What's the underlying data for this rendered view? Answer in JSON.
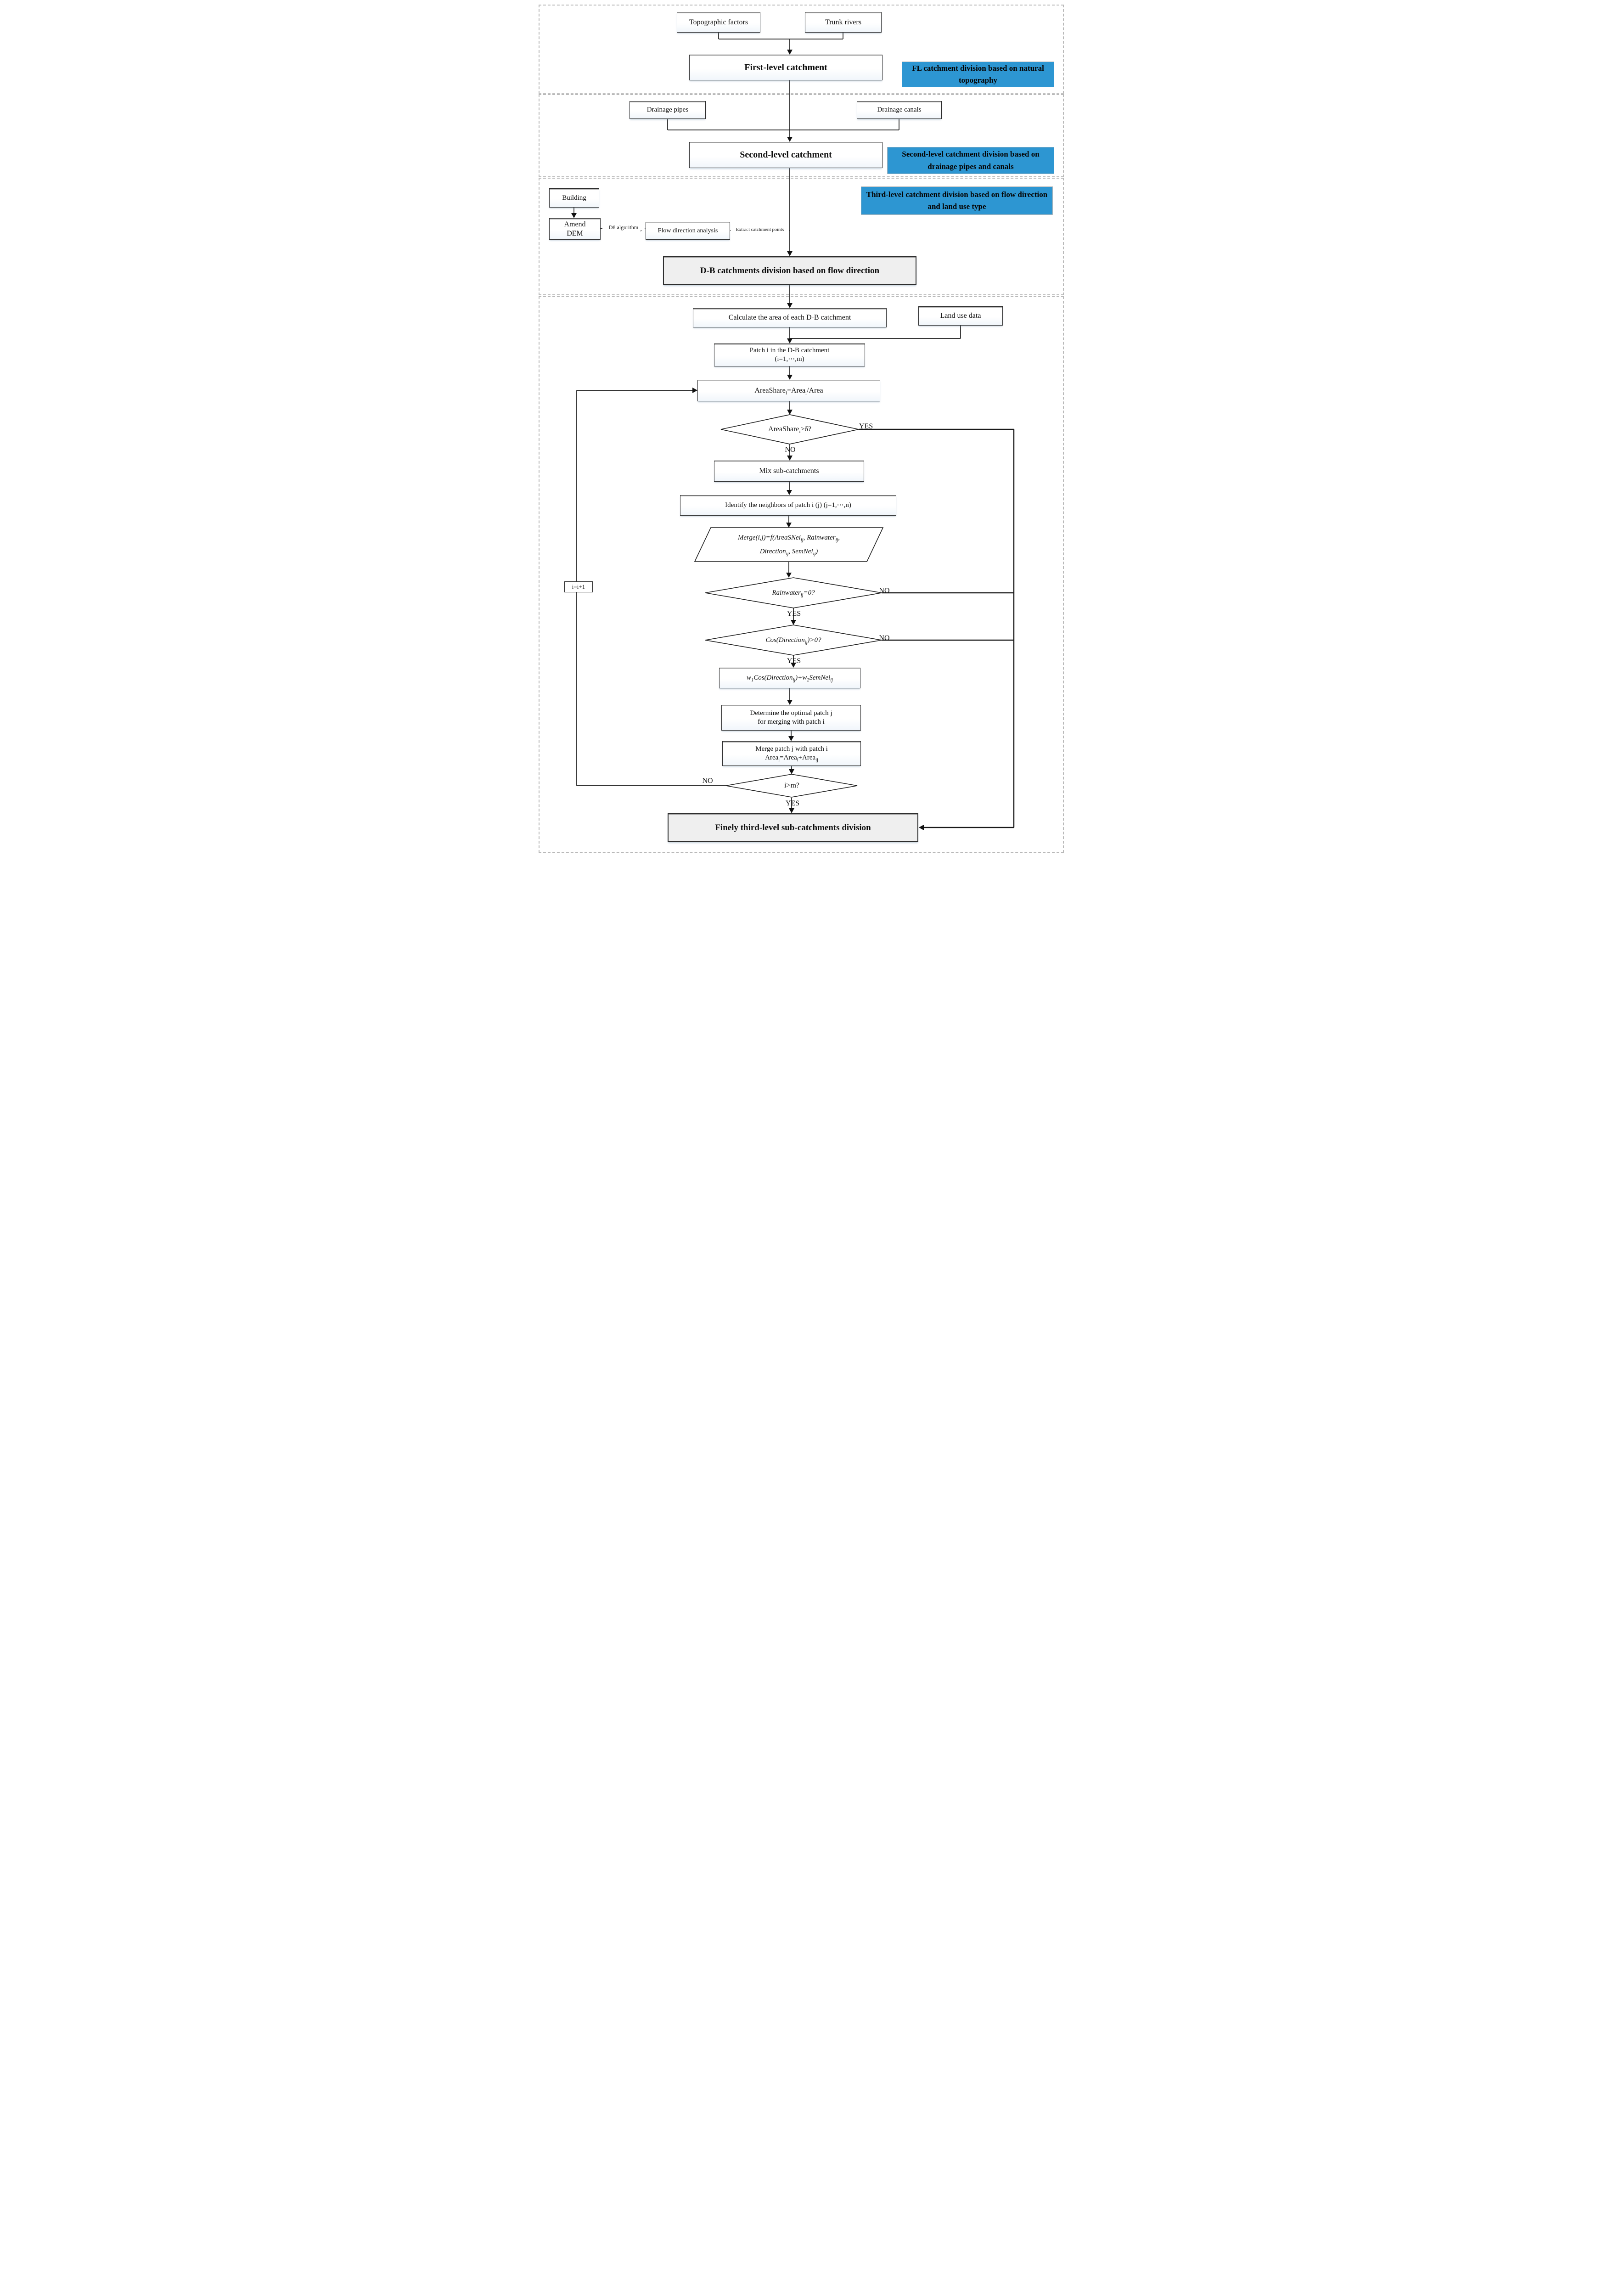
{
  "colors": {
    "accent_blue": "#2D96D2",
    "line": "#1a1a1a",
    "gray_fill": "#efefef"
  },
  "section_notes": {
    "first": "FL catchment division based on natural topography",
    "second": "Second-level catchment division based on drainage pipes and canals",
    "third": "Third-level catchment division based on flow direction and land use type"
  },
  "nodes": {
    "topographic_factors": "Topographic factors",
    "trunk_rivers": "Trunk rivers",
    "first_level_catchment": "First-level catchment",
    "drainage_pipes": "Drainage pipes",
    "drainage_canals": "Drainage canals",
    "second_level_catchment": "Second-level catchment",
    "building": "Building",
    "amend_dem": "Amend DEM",
    "flow_direction_analysis": "Flow direction analysis",
    "db_division": "D-B catchments division based on flow direction",
    "calculate_area": "Calculate the area of each D-B catchment",
    "land_use_data": "Land use data",
    "patch_line1": "Patch i in the D-B catchment",
    "patch_line2": "(i=1,⋯,m)",
    "area_share": "AreaShare_{i}=Area_{i}/Area",
    "decision_area_share": "AreaShare_{i}≥δ?",
    "mix_subcatchments": "Mix sub-catchments",
    "identify_neighbors": "Identify the neighbors of patch i (j) (j=1,⋯,n)",
    "merge_function_line1": "Merge(i,j)=f(AreaSNei_{ij}, Rainwater_{ij},",
    "merge_function_line2": "Direction_{ij}, SemNei_{ij})",
    "decision_rainwater": "Rainwater_{ij}=0?",
    "decision_direction": "Cos(Direction_{ij})>0?",
    "weighting": "w_{1}Cos(Direction_{ij})+w_{2}SemNei_{ij}",
    "determine_line1": "Determine the optimal patch j",
    "determine_line2": "for merging with patch i",
    "merge_patch_line1": "Merge patch j with patch i",
    "merge_patch_line2": "Area_{i}=Area_{i}+Area_{ij}",
    "decision_counter": "i>m?",
    "final_division": "Finely third-level sub-catchments division",
    "increment": "i=i+1"
  },
  "edge_labels": {
    "d8": "D8 algorithm",
    "extract": "Extract catchment points",
    "yes": "YES",
    "no": "NO"
  }
}
